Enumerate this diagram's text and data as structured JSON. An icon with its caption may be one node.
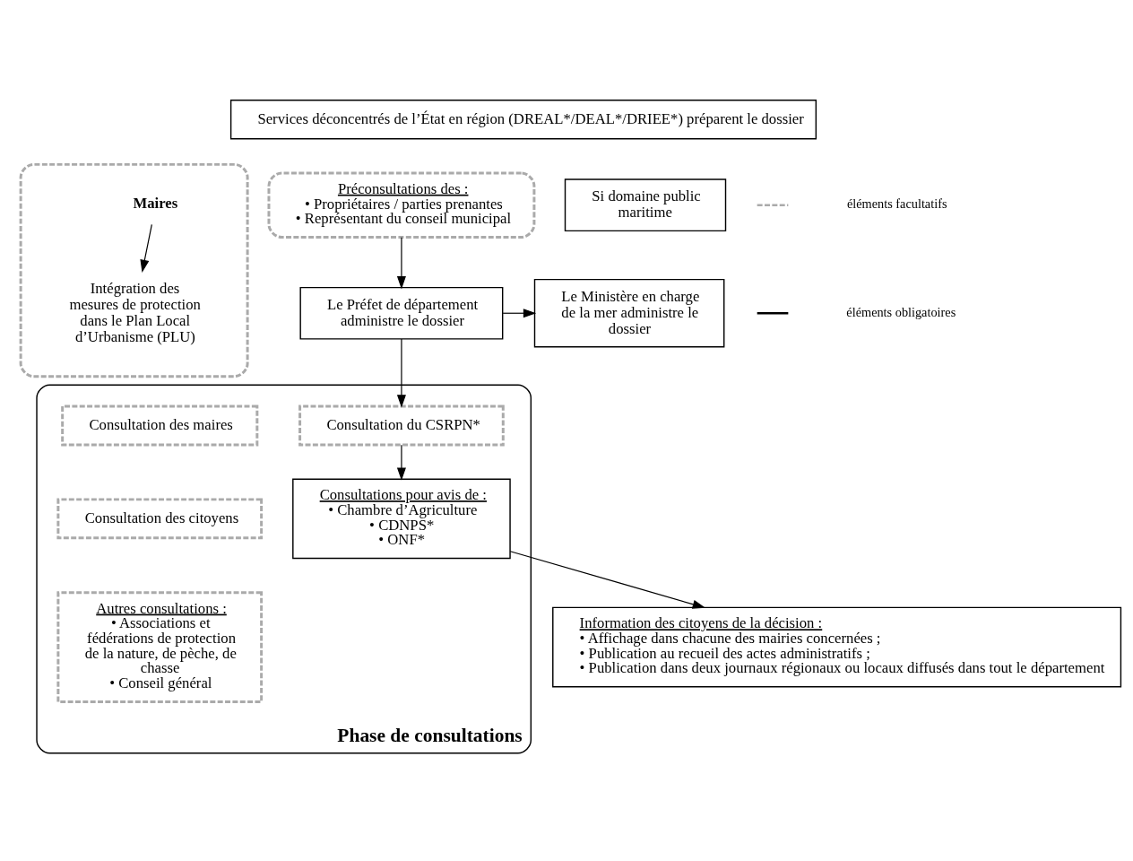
{
  "diagram": {
    "nodes": [
      {
        "text": [
          "Services déconcentrés de l’État en région (DREAL*/DEAL*/DRIEE*) préparent le dossier"
        ]
      },
      {
        "text": [],
        "shape": "box"
      },
      {
        "text": [
          "Maires"
        ],
        "in": 1
      },
      {
        "text": [
          "Intégration des mesures de protection dans le Plan Local d’Urbanisme (PLU)"
        ],
        "in": 1
      },
      {
        "text": [
          "Préconsultations des :",
          "• Propriétaires / parties prenantes",
          "• Représentant du conseil municipal"
        ]
      },
      {
        "text": [
          "Le Préfet de département administre le dossier"
        ]
      },
      {
        "text": [
          "Si domaine public maritime"
        ]
      },
      {
        "text": [
          "Le Ministère en charge de la mer administre le dossier"
        ]
      },
      {
        "text": [
          "Phase de consultations"
        ]
      },
      {
        "text": [
          "Consultation du CSRPN*"
        ],
        "in": 8
      },
      {
        "text": [
          "Consultations pour avis de :",
          "• Chambre d’Agriculture",
          "• CDNPS*",
          "• ONF*"
        ],
        "in": 8
      },
      {
        "text": [
          "Consultation des maires"
        ],
        "in": 8
      },
      {
        "text": [
          "Consultation des citoyens"
        ],
        "in": 8
      },
      {
        "text": [
          "Autres consultations :",
          "• Associations et fédérations de protection de la nature, de pèche, de chasse",
          "• Conseil général"
        ],
        "in": 8
      },
      {
        "text": [
          "Information des citoyens de la décision :",
          "• Affichage dans chacune des mairies concernées ;",
          "• Publication au recueil des actes administratifs ;",
          "• Publication dans deux journaux régionaux ou locaux diffusés dans tout le département"
        ]
      }
    ],
    "edges": [
      {
        "from": 2,
        "to": 3,
        "arrow": "to"
      },
      {
        "from": 4,
        "to": 5,
        "arrow": "to"
      },
      {
        "from": 5,
        "to": 7,
        "arrow": "to"
      },
      {
        "from": 5,
        "to": 9,
        "arrow": "to"
      },
      {
        "from": 9,
        "to": 10,
        "arrow": "to"
      },
      {
        "from": 10,
        "to": 14,
        "arrow": "to"
      }
    ],
    "legend": [
      {
        "text": "éléments facultatifs"
      },
      {
        "text": "éléments obligatoires"
      }
    ]
  }
}
